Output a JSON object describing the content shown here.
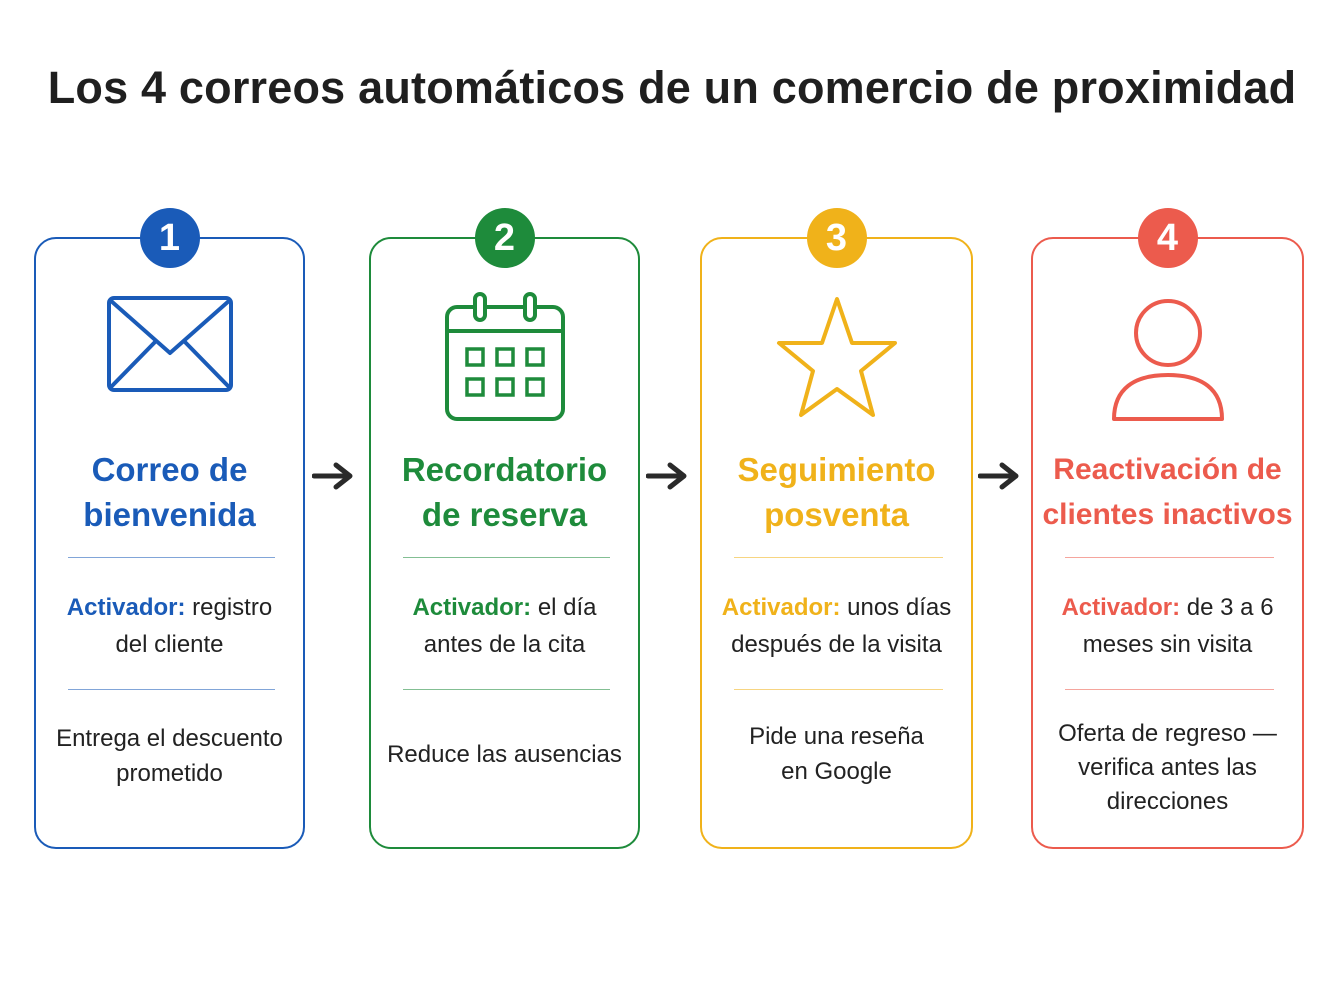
{
  "title": "Los 4 correos automáticos de un comercio de proximidad",
  "trigger_label": "Activador:",
  "cards": [
    {
      "number": "1",
      "title": "Correo de\nbienvenida",
      "trigger": "registro\ndel cliente",
      "benefit": "Entrega el descuento\nprometido",
      "color": "#1a5bb8",
      "icon": "envelope-icon"
    },
    {
      "number": "2",
      "title": "Recordatorio\nde reserva",
      "trigger": "el día\nantes de la cita",
      "benefit": "Reduce las ausencias",
      "color": "#1e8b3b",
      "icon": "calendar-icon"
    },
    {
      "number": "3",
      "title": "Seguimiento\nposventa",
      "trigger": "unos días\ndespués de la visita",
      "benefit": "Pide una reseña\nen Google",
      "color": "#f0b21a",
      "icon": "star-icon"
    },
    {
      "number": "4",
      "title": "Reactivación de\nclientes inactivos",
      "trigger": "de 3 a 6\nmeses sin visita",
      "benefit": "Oferta de regreso —\nverifica antes las\ndirecciones",
      "color": "#ec5b4d",
      "icon": "person-icon"
    }
  ]
}
